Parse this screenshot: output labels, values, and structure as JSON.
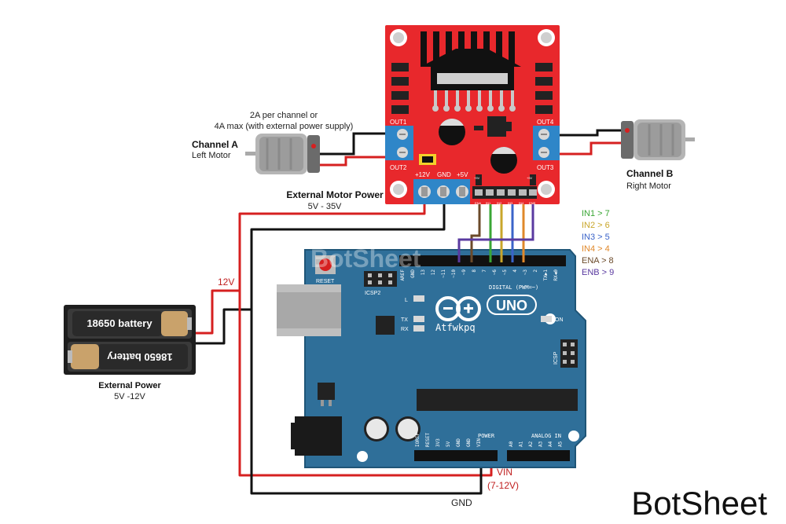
{
  "driver": {
    "current_note_line1": "2A per channel or",
    "current_note_line2": "4A max (with external power supply)",
    "out1": "OUT1",
    "out2": "OUT2",
    "out3": "OUT3",
    "out4": "OUT4",
    "pin_12v": "+12V",
    "pin_gnd": "GND",
    "pin_5v": "+5V",
    "small_5v_left": "+5V",
    "small_5v_right": "+5V",
    "header_pins": [
      "ENA",
      "IN1",
      "IN2",
      "IN3",
      "IN4",
      "ENB"
    ]
  },
  "channel_a": {
    "title": "Channel A",
    "subtitle": "Left Motor"
  },
  "channel_b": {
    "title": "Channel B",
    "subtitle": "Right Motor"
  },
  "motor_power": {
    "title": "External Motor Power",
    "range": "5V - 35V"
  },
  "battery": {
    "cell_top": "18650 battery",
    "cell_bottom": "18650 battery",
    "title": "External Power",
    "range": "5V -12V"
  },
  "wire_labels": {
    "v12": "12V",
    "vin": "VIN",
    "vin_range": "(7-12V)",
    "gnd": "GND"
  },
  "pin_map": [
    {
      "text": "IN1 > 7",
      "color": "#3aa635"
    },
    {
      "text": "IN2 > 6",
      "color": "#c9a62a"
    },
    {
      "text": "IN3 > 5",
      "color": "#3a63c9"
    },
    {
      "text": "IN4 > 4",
      "color": "#e0882a"
    },
    {
      "text": "ENA > 8",
      "color": "#6b4a2a"
    },
    {
      "text": "ENB > 9",
      "color": "#5a3aa0"
    }
  ],
  "arduino": {
    "reset": "RESET",
    "icsp2": "ICSP2",
    "icsp": "ICSP",
    "led_l": "L",
    "led_tx": "TX",
    "led_rx": "RX",
    "on": "ON",
    "logo_text": "UNO",
    "brand": "Atfwkpq",
    "digital_label": "DIGITAL (PWM=~)",
    "power_label": "POWER",
    "analog_label": "ANALOG IN",
    "digital_pins": [
      "AREF",
      "GND",
      "13",
      "12",
      "~11",
      "~10",
      "~9",
      "8",
      "7",
      "~6",
      "~5",
      "4",
      "~3",
      "2",
      "TX▶1",
      "RX◀0"
    ],
    "power_pins": [
      "IOREF",
      "RESET",
      "3V3",
      "5V",
      "GND",
      "GND",
      "VIN"
    ],
    "analog_pins": [
      "A0",
      "A1",
      "A2",
      "A3",
      "A4",
      "A5"
    ],
    "watermark": "BotSheet"
  },
  "brand_logo": "BotSheet",
  "colors": {
    "board_red": "#e8282c",
    "arduino_blue": "#2f6f99",
    "red_wire": "#d62020",
    "black_wire": "#111111"
  }
}
